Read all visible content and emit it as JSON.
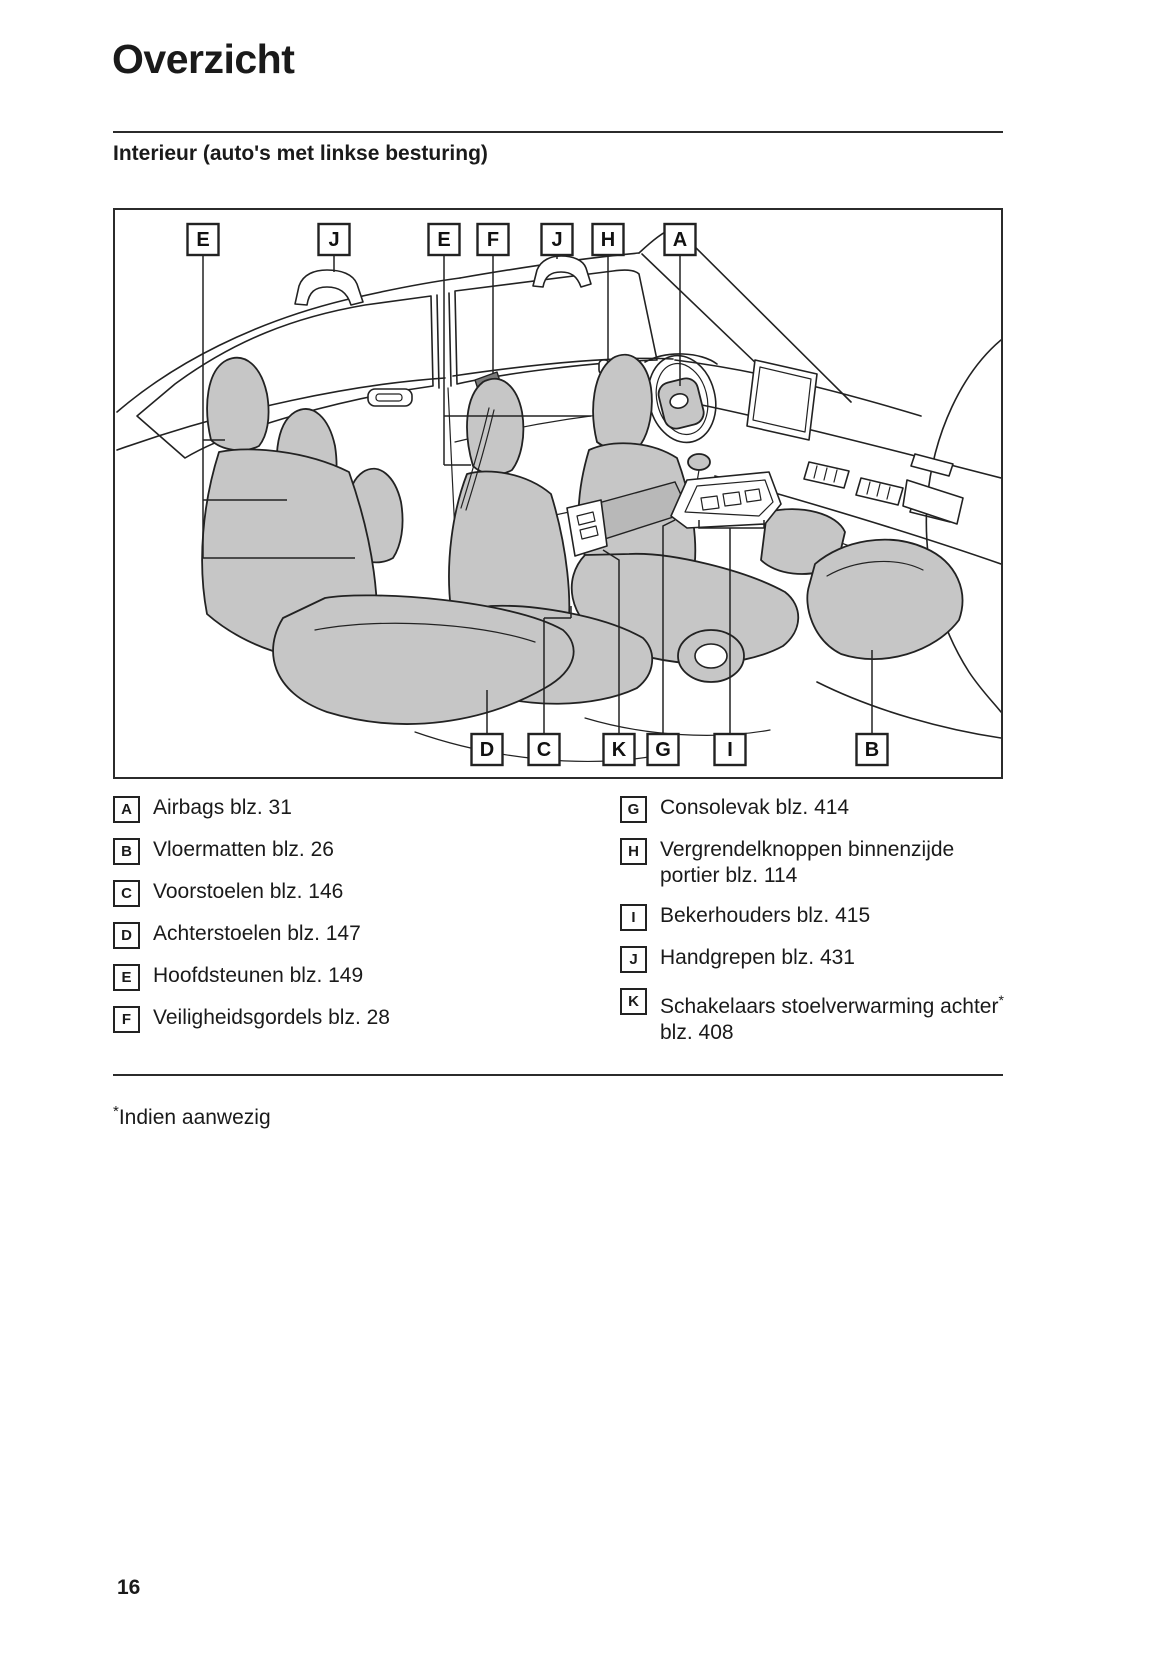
{
  "page": {
    "title": "Overzicht",
    "subtitle": "Interieur (auto's met linkse besturing)",
    "footnote": {
      "symbol": "*",
      "text": "Indien aanwezig"
    },
    "page_number": "16"
  },
  "diagram": {
    "description": "car-interior-overview-illustration",
    "top_callouts": [
      "E",
      "J",
      "E",
      "F",
      "J",
      "H",
      "A"
    ],
    "bottom_callouts": [
      "D",
      "C",
      "K",
      "G",
      "I",
      "B"
    ]
  },
  "legend": {
    "left": [
      {
        "key": "A",
        "label": "Airbags blz. 31"
      },
      {
        "key": "B",
        "label": "Vloermatten blz. 26"
      },
      {
        "key": "C",
        "label": "Voorstoelen blz. 146"
      },
      {
        "key": "D",
        "label": "Achterstoelen blz. 147"
      },
      {
        "key": "E",
        "label": "Hoofdsteunen blz. 149"
      },
      {
        "key": "F",
        "label": "Veiligheidsgordels blz. 28"
      }
    ],
    "right": [
      {
        "key": "G",
        "label": "Consolevak blz. 414"
      },
      {
        "key": "H",
        "label": "Vergrendelknoppen binnenzijde portier blz. 114"
      },
      {
        "key": "I",
        "label": "Bekerhouders blz. 415"
      },
      {
        "key": "J",
        "label": "Handgrepen blz. 431"
      },
      {
        "key": "K",
        "label": "Schakelaars stoelverwarming achter",
        "sup": "*",
        "label2": "blz. 408"
      }
    ]
  }
}
